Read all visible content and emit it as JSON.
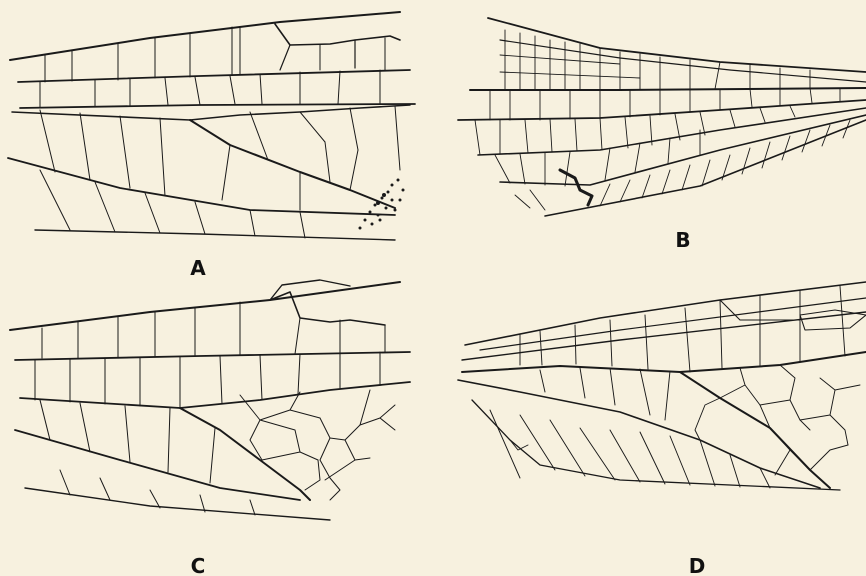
{
  "panels": [
    {
      "id": "A",
      "label": "A"
    },
    {
      "id": "B",
      "label": "B"
    },
    {
      "id": "C",
      "label": "C"
    },
    {
      "id": "D",
      "label": "D"
    }
  ],
  "colors": {
    "background": "#f7f1df",
    "vein": "#1a1a1a"
  }
}
